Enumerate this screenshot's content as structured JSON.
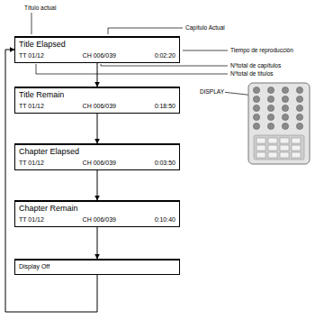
{
  "diagram": {
    "nodes": [
      {
        "text": [
          "Title Elapsed",
          "TT 01/12",
          "CH 006/039",
          "0:02:20"
        ]
      },
      {
        "text": [
          "Title Remain",
          "TT 01/12",
          "CH 006/039",
          "0:18:50"
        ]
      },
      {
        "text": [
          "Chapter Elapsed",
          "TT 01/12",
          "CH 006/039",
          "0:03:50"
        ]
      },
      {
        "text": [
          "Chapter Remain",
          "TT 01/12",
          "CH 006/039",
          "0:10:40"
        ]
      },
      {
        "text": [
          "Display Off"
        ]
      }
    ],
    "edges": [
      {
        "from": 0,
        "to": 1,
        "arrow": "to"
      },
      {
        "from": 1,
        "to": 2,
        "arrow": "to"
      },
      {
        "from": 2,
        "to": 3,
        "arrow": "to"
      },
      {
        "from": 3,
        "to": 4,
        "arrow": "to"
      },
      {
        "from": 4,
        "to": 0,
        "arrow": "to"
      }
    ],
    "labels": [
      "Título actual",
      "Capítulo Actual",
      "Tiempo de reproducción",
      "Nºtotal de capítulos",
      "Nºtotal de títulos",
      "DISPLAY"
    ]
  }
}
